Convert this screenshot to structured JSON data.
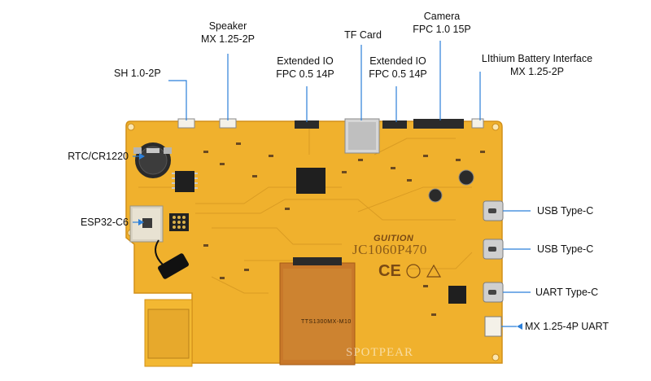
{
  "board": {
    "logo": "GUITION",
    "model": "JC1060P470",
    "watermark": "SPOTPEAR",
    "ce_mark": "CE",
    "fpc_code": "TTS1300MX-M10"
  },
  "labels": {
    "speaker": [
      "Speaker",
      "MX 1.25-2P"
    ],
    "tf_card": [
      "TF Card"
    ],
    "camera": [
      "Camera",
      "FPC 1.0 15P"
    ],
    "sh": [
      "SH 1.0-2P"
    ],
    "extio1": [
      "Extended IO",
      "FPC 0.5 14P"
    ],
    "extio2": [
      "Extended IO",
      "FPC 0.5 14P"
    ],
    "battery": [
      "LIthium Battery Interface",
      "MX 1.25-2P"
    ],
    "rtc": [
      "RTC/CR1220"
    ],
    "esp32": [
      "ESP32-C6"
    ],
    "usb1": [
      "USB Type-C"
    ],
    "usb2": [
      "USB Type-C"
    ],
    "uart_c": [
      "UART Type-C"
    ],
    "mx_uart": [
      "MX 1.25-4P UART"
    ]
  },
  "colors": {
    "board": "#f0b12d",
    "board_dark": "#d9961b",
    "leader": "#2b7fd9",
    "fpc": "#c8782a"
  }
}
